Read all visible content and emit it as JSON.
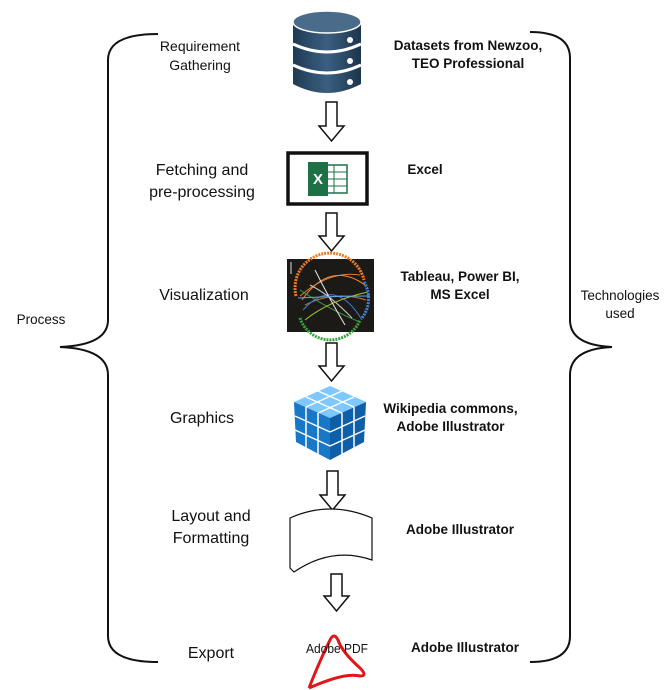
{
  "side_labels": {
    "left": "Process",
    "right": "Technologies used"
  },
  "steps": [
    {
      "process": "Requirement Gathering",
      "tech": "Datasets from Newzoo, TEO Professional",
      "icon": "database-icon"
    },
    {
      "process": "Fetching and pre-processing",
      "tech": "Excel",
      "icon": "excel-icon"
    },
    {
      "process": "Visualization",
      "tech": "Tableau, Power BI, MS Excel",
      "icon": "visualization-icon"
    },
    {
      "process": "Graphics",
      "tech": "Wikipedia commons, Adobe Illustrator",
      "icon": "cube-icon"
    },
    {
      "process": "Layout and Formatting",
      "tech": "Adobe Illustrator",
      "icon": "document-icon"
    },
    {
      "process": "Export",
      "tech": "Adobe Illustrator",
      "icon": "adobe-pdf-icon"
    }
  ],
  "logos": {
    "excel_letter": "X",
    "pdf_wordmark": "Adobe PDF"
  },
  "colors": {
    "excel_green": "#1e7145",
    "pdf_red": "#e0161b",
    "db_blue": "#2c4b66",
    "cube_blue": "#1f7ecb"
  }
}
